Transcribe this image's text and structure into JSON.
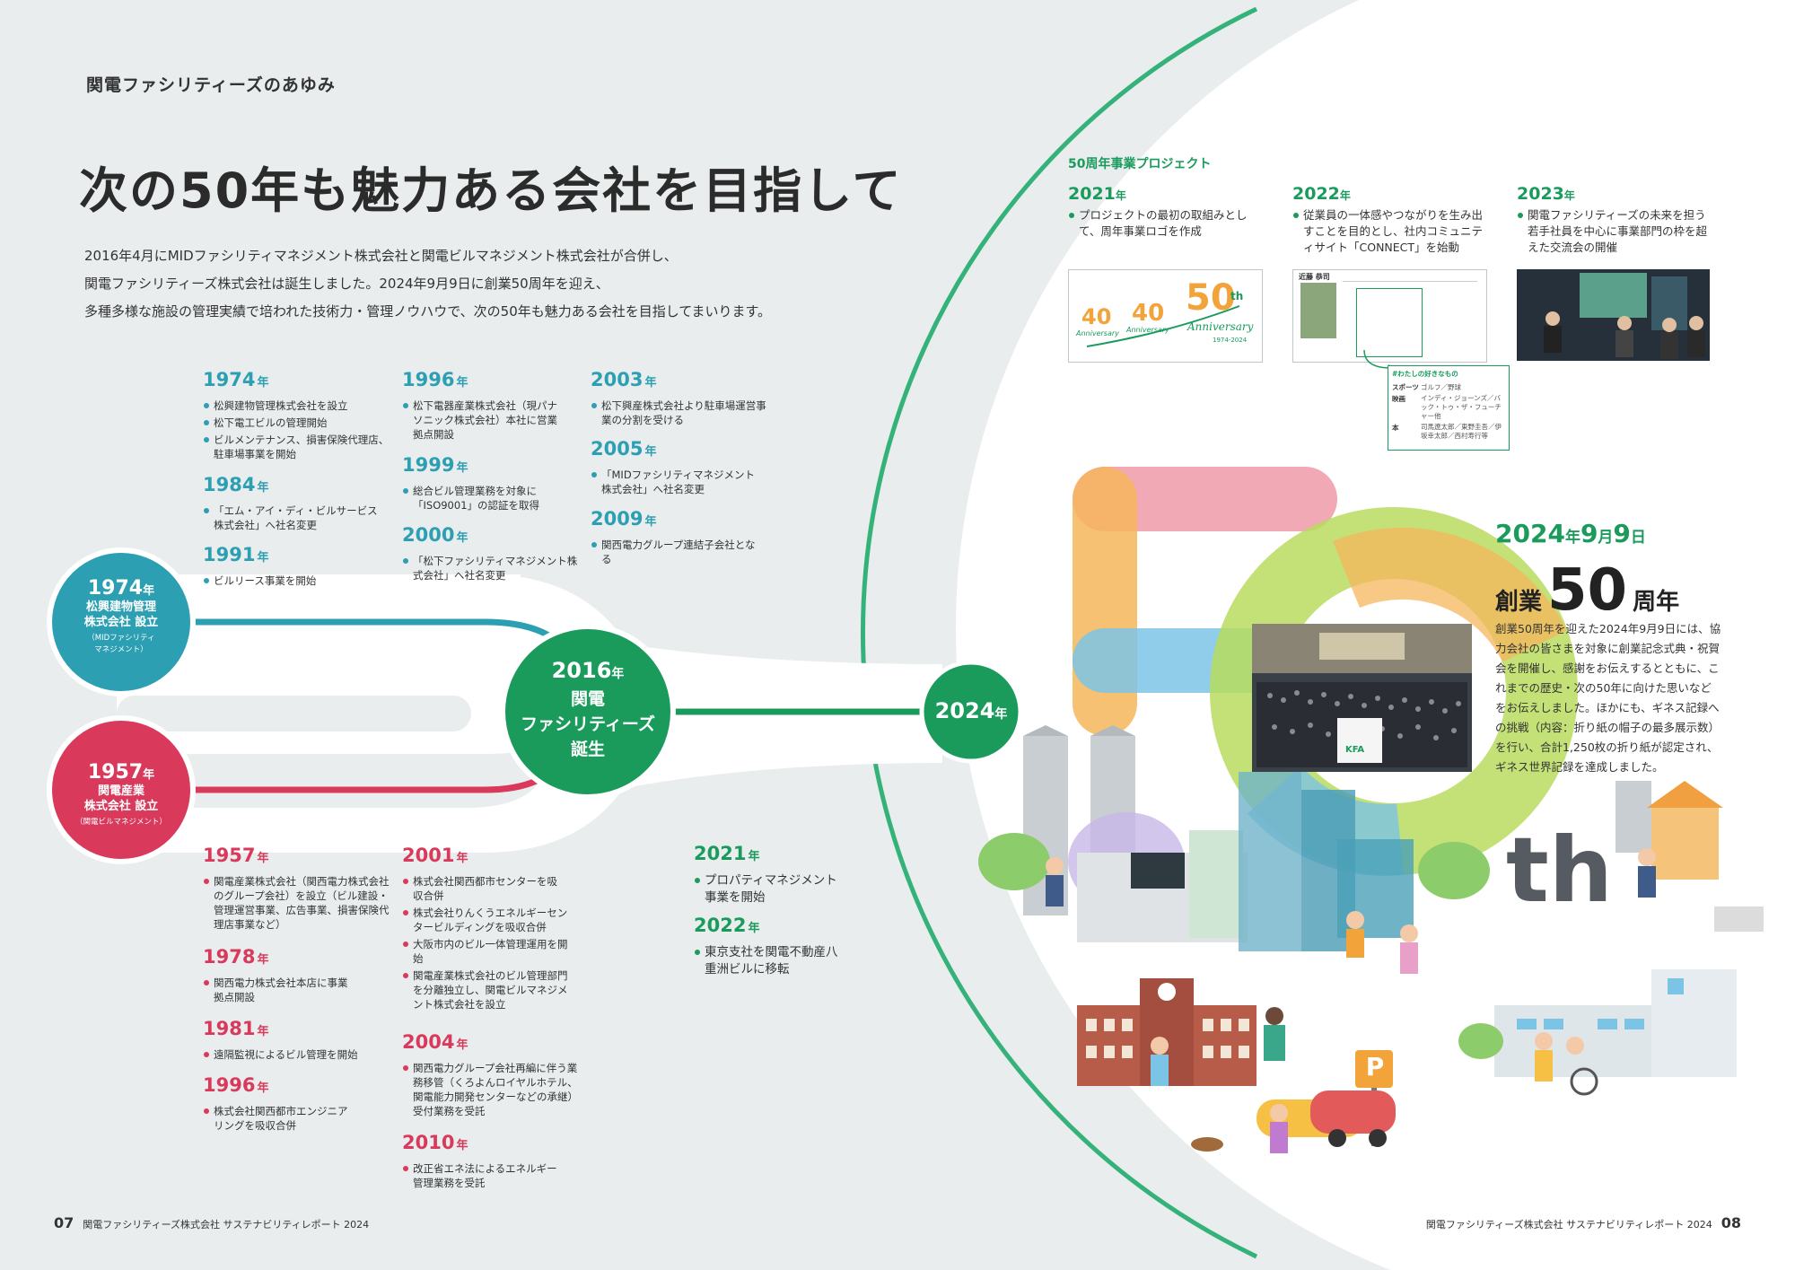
{
  "header": {
    "section_label": "関電ファシリティーズのあゆみ"
  },
  "title": "次の50年も魅力ある会社を目指して",
  "intro": [
    "2016年4月にMIDファシリティマネジメント株式会社と関電ビルマネジメント株式会社が合併し、",
    "関電ファシリティーズ株式会社は誕生しました。2024年9月9日に創業50周年を迎え、",
    "多種多様な施設の管理実績で培われた技術力・管理ノウハウで、次の50年も魅力ある会社を目指してまいります。"
  ],
  "nen": "年",
  "upper_timeline": [
    {
      "year": "1974",
      "items": [
        "松興建物管理株式会社を設立",
        "松下電工ビルの管理開始",
        "ビルメンテナンス、損害保険代理店、駐車場事業を開始"
      ]
    },
    {
      "year": "1984",
      "items": [
        "「エム・アイ・ディ・ビルサービス株式会社」へ社名変更"
      ]
    },
    {
      "year": "1991",
      "items": [
        "ビルリース事業を開始"
      ]
    },
    {
      "year": "1996",
      "items": [
        "松下電器産業株式会社（現パナソニック株式会社）本社に営業拠点開設"
      ]
    },
    {
      "year": "1999",
      "items": [
        "総合ビル管理業務を対象に「ISO9001」の認証を取得"
      ]
    },
    {
      "year": "2000",
      "items": [
        "「松下ファシリティマネジメント株式会社」へ社名変更"
      ]
    },
    {
      "year": "2003",
      "items": [
        "松下興産株式会社より駐車場運営事業の分割を受ける"
      ]
    },
    {
      "year": "2005",
      "items": [
        "「MIDファシリティマネジメント株式会社」へ社名変更"
      ]
    },
    {
      "year": "2009",
      "items": [
        "関西電力グループ連結子会社となる"
      ]
    }
  ],
  "lower_timeline": [
    {
      "year": "1957",
      "items": [
        "関電産業株式会社（関西電力株式会社のグループ会社）を設立（ビル建設・管理運営事業、広告事業、損害保険代理店事業など）"
      ]
    },
    {
      "year": "1978",
      "items": [
        "関西電力株式会社本店に事業拠点開設"
      ]
    },
    {
      "year": "1981",
      "items": [
        "遠隔監視によるビル管理を開始"
      ]
    },
    {
      "year": "1996",
      "items": [
        "株式会社関西都市エンジニアリングを吸収合併"
      ]
    },
    {
      "year": "2001",
      "items": [
        "株式会社関西都市センターを吸収合併",
        "株式会社りんくうエネルギーセンタービルディングを吸収合併",
        "大阪市内のビル一体管理運用を開始",
        "関電産業株式会社のビル管理部門を分離独立し、関電ビルマネジメント株式会社を設立"
      ]
    },
    {
      "year": "2004",
      "items": [
        "関西電力グループ会社再編に伴う業務移管（くろよんロイヤルホテル、関電能力開発センターなどの承継）受付業務を受託"
      ]
    },
    {
      "year": "2010",
      "items": [
        "改正省エネ法によるエネルギー管理業務を受託"
      ]
    },
    {
      "year": "2021",
      "items": [
        "プロパティマネジメント事業を開始"
      ]
    },
    {
      "year": "2022",
      "items": [
        "東京支社を関電不動産八重洲ビルに移転"
      ]
    }
  ],
  "circles": {
    "c1974": {
      "year": "1974",
      "name1": "松興建物管理",
      "name2": "株式会社 設立",
      "sub1": "（MIDファシリティ",
      "sub2": "マネジメント）"
    },
    "c1957": {
      "year": "1957",
      "name1": "関電産業",
      "name2": "株式会社 設立",
      "sub": "（関電ビルマネジメント）"
    },
    "c2016": {
      "year": "2016",
      "name1": "関電",
      "name2": "ファシリティーズ",
      "name3": "誕生"
    },
    "c2024": {
      "year": "2024"
    }
  },
  "project": {
    "label": "50周年事業プロジェクト",
    "cols": [
      {
        "year": "2021",
        "text": "プロジェクトの最初の取組みとして、周年事業ロゴを作成"
      },
      {
        "year": "2022",
        "text": "従業員の一体感やつながりを生み出すことを目的とし、社内コミュニティサイト「CONNECT」を始動"
      },
      {
        "year": "2023",
        "text": "関電ファシリティーズの未来を担う若手社員を中心に事業部門の枠を超えた交流会の開催"
      }
    ],
    "logo_texts": {
      "a40": "40",
      "ann": "Anniversary",
      "a50": "50",
      "th": "th",
      "years": "1974-2024"
    },
    "connect_card": {
      "heading": "#わたしの好きなもの",
      "rows": [
        {
          "k": "スポーツ",
          "v": "ゴルフ／野球"
        },
        {
          "k": "映画",
          "v": "インディ・ジョーンズ／バック・トゥ・ザ・フューチャー他"
        },
        {
          "k": "本",
          "v": "司馬遼太郎／東野圭吾／伊坂幸太郎／西村寿行等"
        }
      ],
      "name": "近藤 恭司"
    }
  },
  "anniversary": {
    "y": "2024",
    "year_unit": "年",
    "m": "9",
    "month_unit": "月",
    "d": "9",
    "day_unit": "日",
    "prefix": "創業",
    "number": "50",
    "suffix": "周年",
    "body": "創業50周年を迎えた2024年9月9日には、協力会社の皆さまを対象に創業記念式典・祝賀会を開催し、感謝をお伝えするとともに、これまでの歴史・次の50年に向けた思いなどをお伝えしました。ほかにも、ギネス記録への挑戦（内容：折り紙の帽子の最多展示数）を行い、合計1,250枚の折り紙が認定され、ギネス世界記録を達成しました。",
    "big_th": "th",
    "sign_p": "P",
    "kfa": "KFA"
  },
  "footer": {
    "left_page": "07",
    "company": "関電ファシリティーズ株式会社 サステナビリティレポート 2024",
    "right_page": "08"
  },
  "colors": {
    "blue": "#2c9fb3",
    "red": "#d93a5c",
    "green": "#1a9b5c"
  }
}
